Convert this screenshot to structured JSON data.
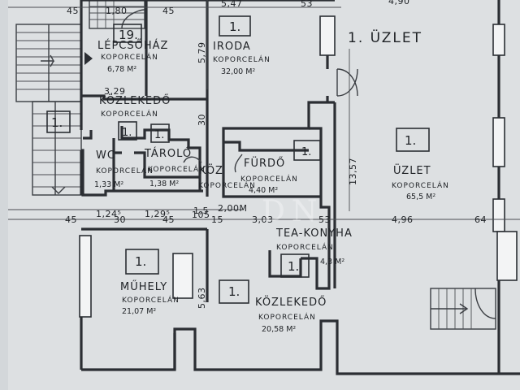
{
  "rooms": {
    "lepcsohaz": {
      "number": "19.",
      "name": "LÉPCSŐHÁZ",
      "material": "KOPORCELÁN",
      "area": "6,78 M²"
    },
    "iroda": {
      "number": "1.",
      "name": "IRODA",
      "material": "KOPORCELÁN",
      "area": "32,00 M²"
    },
    "uzlet_title": {
      "text": "1. ÜZLET"
    },
    "kozlekedo_top": {
      "name": "KÖZLEKEDŐ",
      "material": "KOPORCELÁN"
    },
    "stair_left": {
      "number": "1."
    },
    "wc": {
      "number": "1.",
      "name": "WC",
      "material": "KOPORCELÁN",
      "area": "1,33 M²"
    },
    "tarolo": {
      "number": "1.",
      "name": "TÁROLÓ",
      "material": "KOPORCELÁN",
      "area": "1,38 M²"
    },
    "koz": {
      "name": "KÖZ",
      "material": "KOPORCELÁN"
    },
    "furdo": {
      "number": "1.",
      "name": "FÜRDŐ",
      "material": "KOPORCELÁN",
      "area": "4,40 M²"
    },
    "uzlet": {
      "number": "1.",
      "name": "ÜZLET",
      "material": "KOPORCELÁN",
      "area": "65,5 M²"
    },
    "teakonyha": {
      "number": "1.",
      "name": "TEA-KONYHA",
      "material": "KOPORCELÁN",
      "area": "4,3 M²"
    },
    "muhely": {
      "number": "1.",
      "name": "MŰHELY",
      "material": "KOPORCELÁN",
      "area": "21,07 M²"
    },
    "kozlekedo_bottom": {
      "number": "1.",
      "name": "KÖZLEKEDŐ",
      "material": "KOPORCELÁN",
      "area": "20,58 M²"
    }
  },
  "dimensions": {
    "top": [
      "45",
      "1,80",
      "45",
      "5,47",
      "53",
      "4,90"
    ],
    "mid_upper": [
      "1,24⁵",
      "1,29⁵",
      "1,5",
      "2,00M"
    ],
    "mid_lower": [
      "45",
      "30",
      "45",
      "15",
      "3,03",
      "53",
      "4,96",
      "64"
    ],
    "vertical": [
      "5,79",
      "30",
      "13,57",
      "5,63"
    ],
    "small": [
      "3,29",
      "105"
    ]
  },
  "watermark": "DN"
}
